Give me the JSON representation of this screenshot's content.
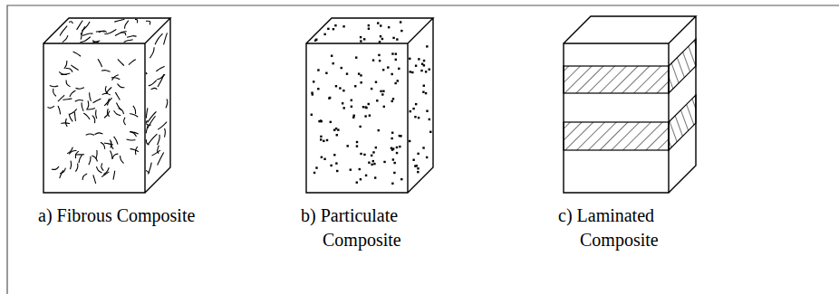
{
  "diagram": {
    "labels": [
      "a) Fibrous Composite",
      "b) Particulate Composite",
      "c) Laminated Composite"
    ]
  }
}
